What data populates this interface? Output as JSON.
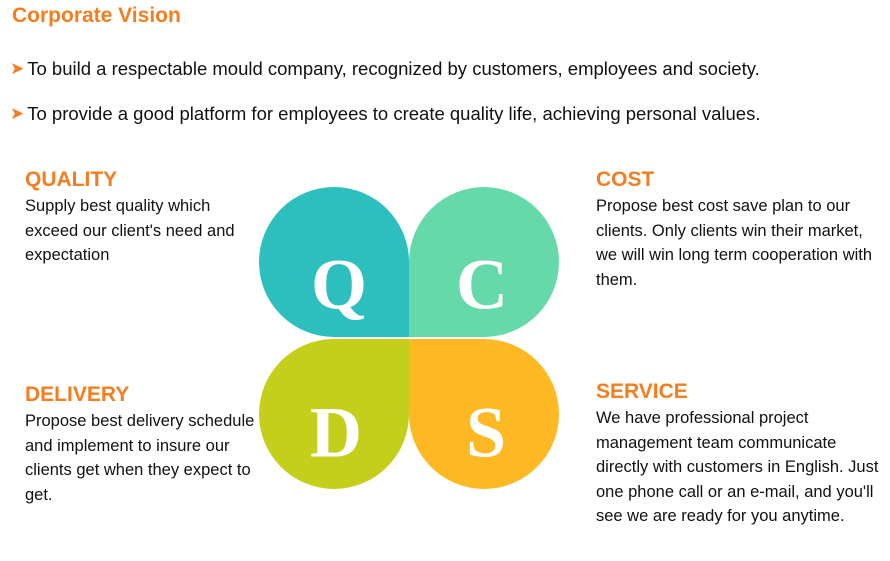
{
  "title": "Corporate Vision",
  "bullets": [
    "To build a respectable mould company, recognized by customers, employees and society.",
    "To provide a good platform for employees to create quality life, achieving personal values."
  ],
  "quality": {
    "letter": "Q",
    "heading": "QUALITY",
    "text": "Supply best quality which exceed our client's need and expectation",
    "color": "#2dbfbe"
  },
  "cost": {
    "letter": "C",
    "heading": "COST",
    "text": "Propose best cost save plan to our clients. Only clients win their market, we will win long term cooperation with them.",
    "color": "#66d9ab"
  },
  "delivery": {
    "letter": "D",
    "heading": "DELIVERY",
    "text": "Propose best delivery schedule and implement to insure our clients get when they expect to get.",
    "color": "#c4cf1b"
  },
  "service": {
    "letter": "S",
    "heading": "SERVICE",
    "text": "We have professional project management team communicate directly with customers in English. Just one phone call or an e-mail, and you'll see we are ready for you anytime.",
    "color": "#fdb823"
  },
  "accent_color": "#f47d20"
}
